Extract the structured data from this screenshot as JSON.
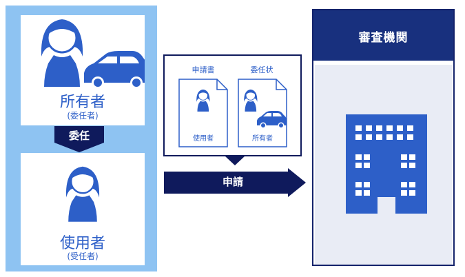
{
  "owner": {
    "label": "所有者",
    "sub": "(委任者)"
  },
  "delegation": {
    "label": "委任"
  },
  "user": {
    "label": "使用者",
    "sub": "(受任者)"
  },
  "documents": {
    "application": {
      "title": "申請書",
      "caption": "使用者"
    },
    "power_of_attorney": {
      "title": "委任状",
      "caption": "所有者"
    }
  },
  "apply": {
    "label": "申請"
  },
  "authority": {
    "title": "審査機関"
  },
  "colors": {
    "person": "#2d5fc8",
    "navy": "#0f1a5c",
    "light_blue": "#8ec3f2"
  }
}
